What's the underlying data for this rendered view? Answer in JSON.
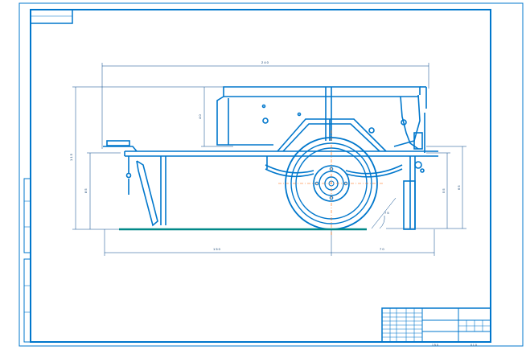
{
  "colors": {
    "frame": "#0077cc",
    "drawing": "#0077cc",
    "centerline": "#ff6600",
    "ground": "#008888",
    "dimension": "#004488"
  },
  "dimensions": {
    "overall_length": "2 4 0",
    "frame_length": "1 5 0",
    "right_overhang": "7 0",
    "total_height": "1 1 5",
    "frame_height": "8 5",
    "hopper_height": "4 0",
    "wheel_height_a": "5 5",
    "wheel_height_b": "6 5",
    "angle": "7 5"
  },
  "title_block": {
    "label_1": "1 5 0",
    "label_2": "0 1 0"
  }
}
